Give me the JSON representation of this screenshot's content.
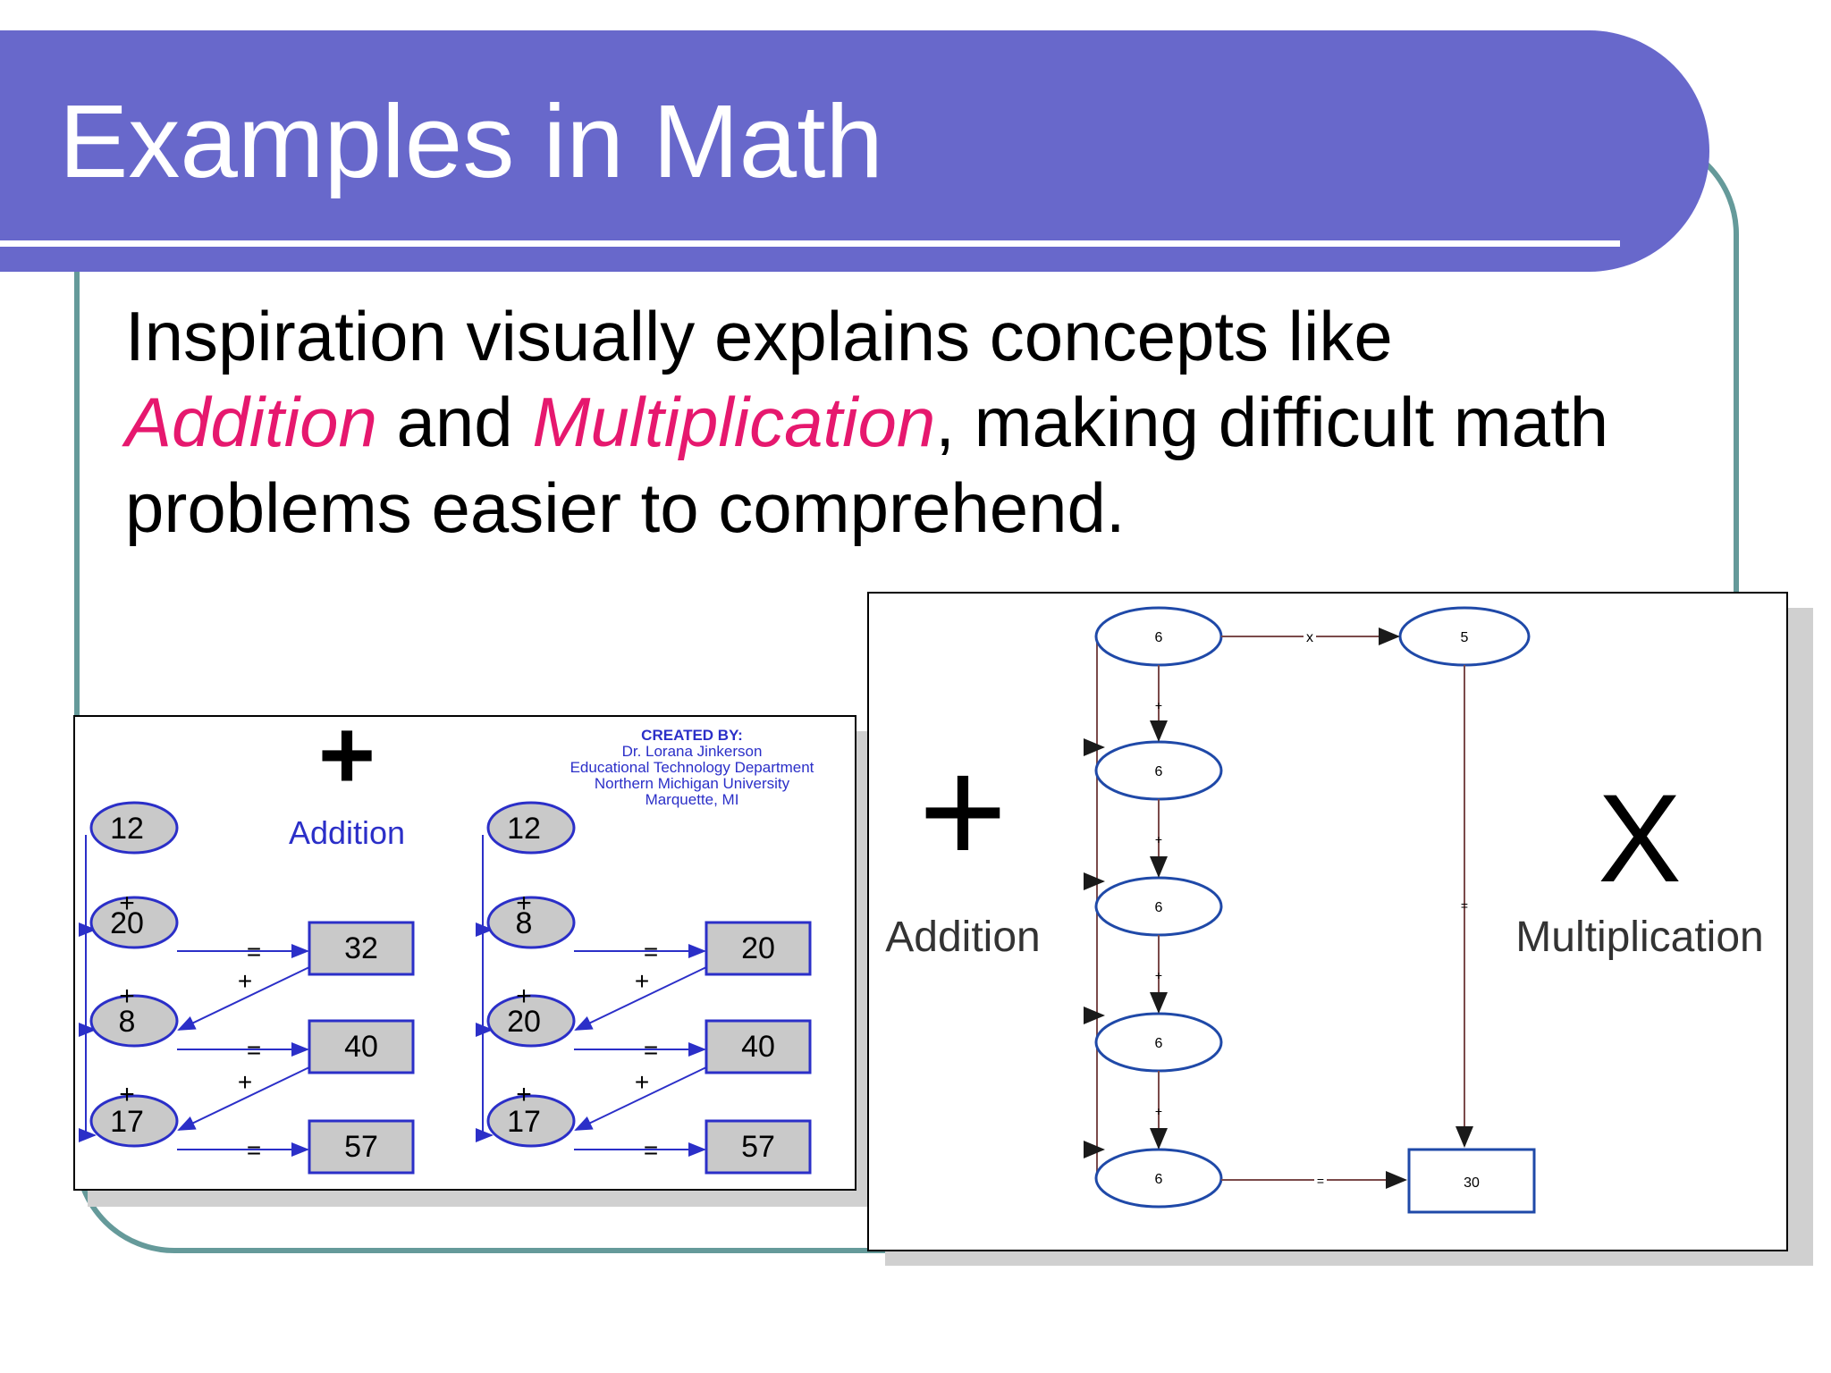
{
  "slide": {
    "title": "Examples in Math",
    "body": {
      "line1": "Inspiration visually explains concepts like",
      "term1": "Addition",
      "and": " and ",
      "term2": "Multiplication",
      "rest2": ", making difficult math",
      "line3": "problems easier to comprehend."
    },
    "colors": {
      "title_bar": "#6868cb",
      "frame": "#659a9a",
      "highlight": "#e6186e"
    }
  },
  "left_diagram": {
    "plus_symbol": "+",
    "caption": "Addition",
    "credit": [
      "CREATED BY:",
      "Dr. Lorana Jinkerson",
      "Educational Technology Department",
      "Northern Michigan University",
      "Marquette, MI"
    ],
    "plus": "+",
    "equals": "=",
    "group1": {
      "addends": [
        "12",
        "20",
        "8",
        "17"
      ],
      "sums": [
        "32",
        "40",
        "57"
      ]
    },
    "group2": {
      "addends": [
        "12",
        "8",
        "20",
        "17"
      ],
      "sums": [
        "20",
        "40",
        "57"
      ]
    }
  },
  "right_diagram": {
    "addition_symbol": "+",
    "addition_label": "Addition",
    "multiplication_symbol": "X",
    "multiplication_label": "Multiplication",
    "nodes": [
      "6",
      "6",
      "6",
      "6",
      "6"
    ],
    "factor": "5",
    "result": "30",
    "times": "x",
    "plus": "+",
    "equals": "="
  }
}
